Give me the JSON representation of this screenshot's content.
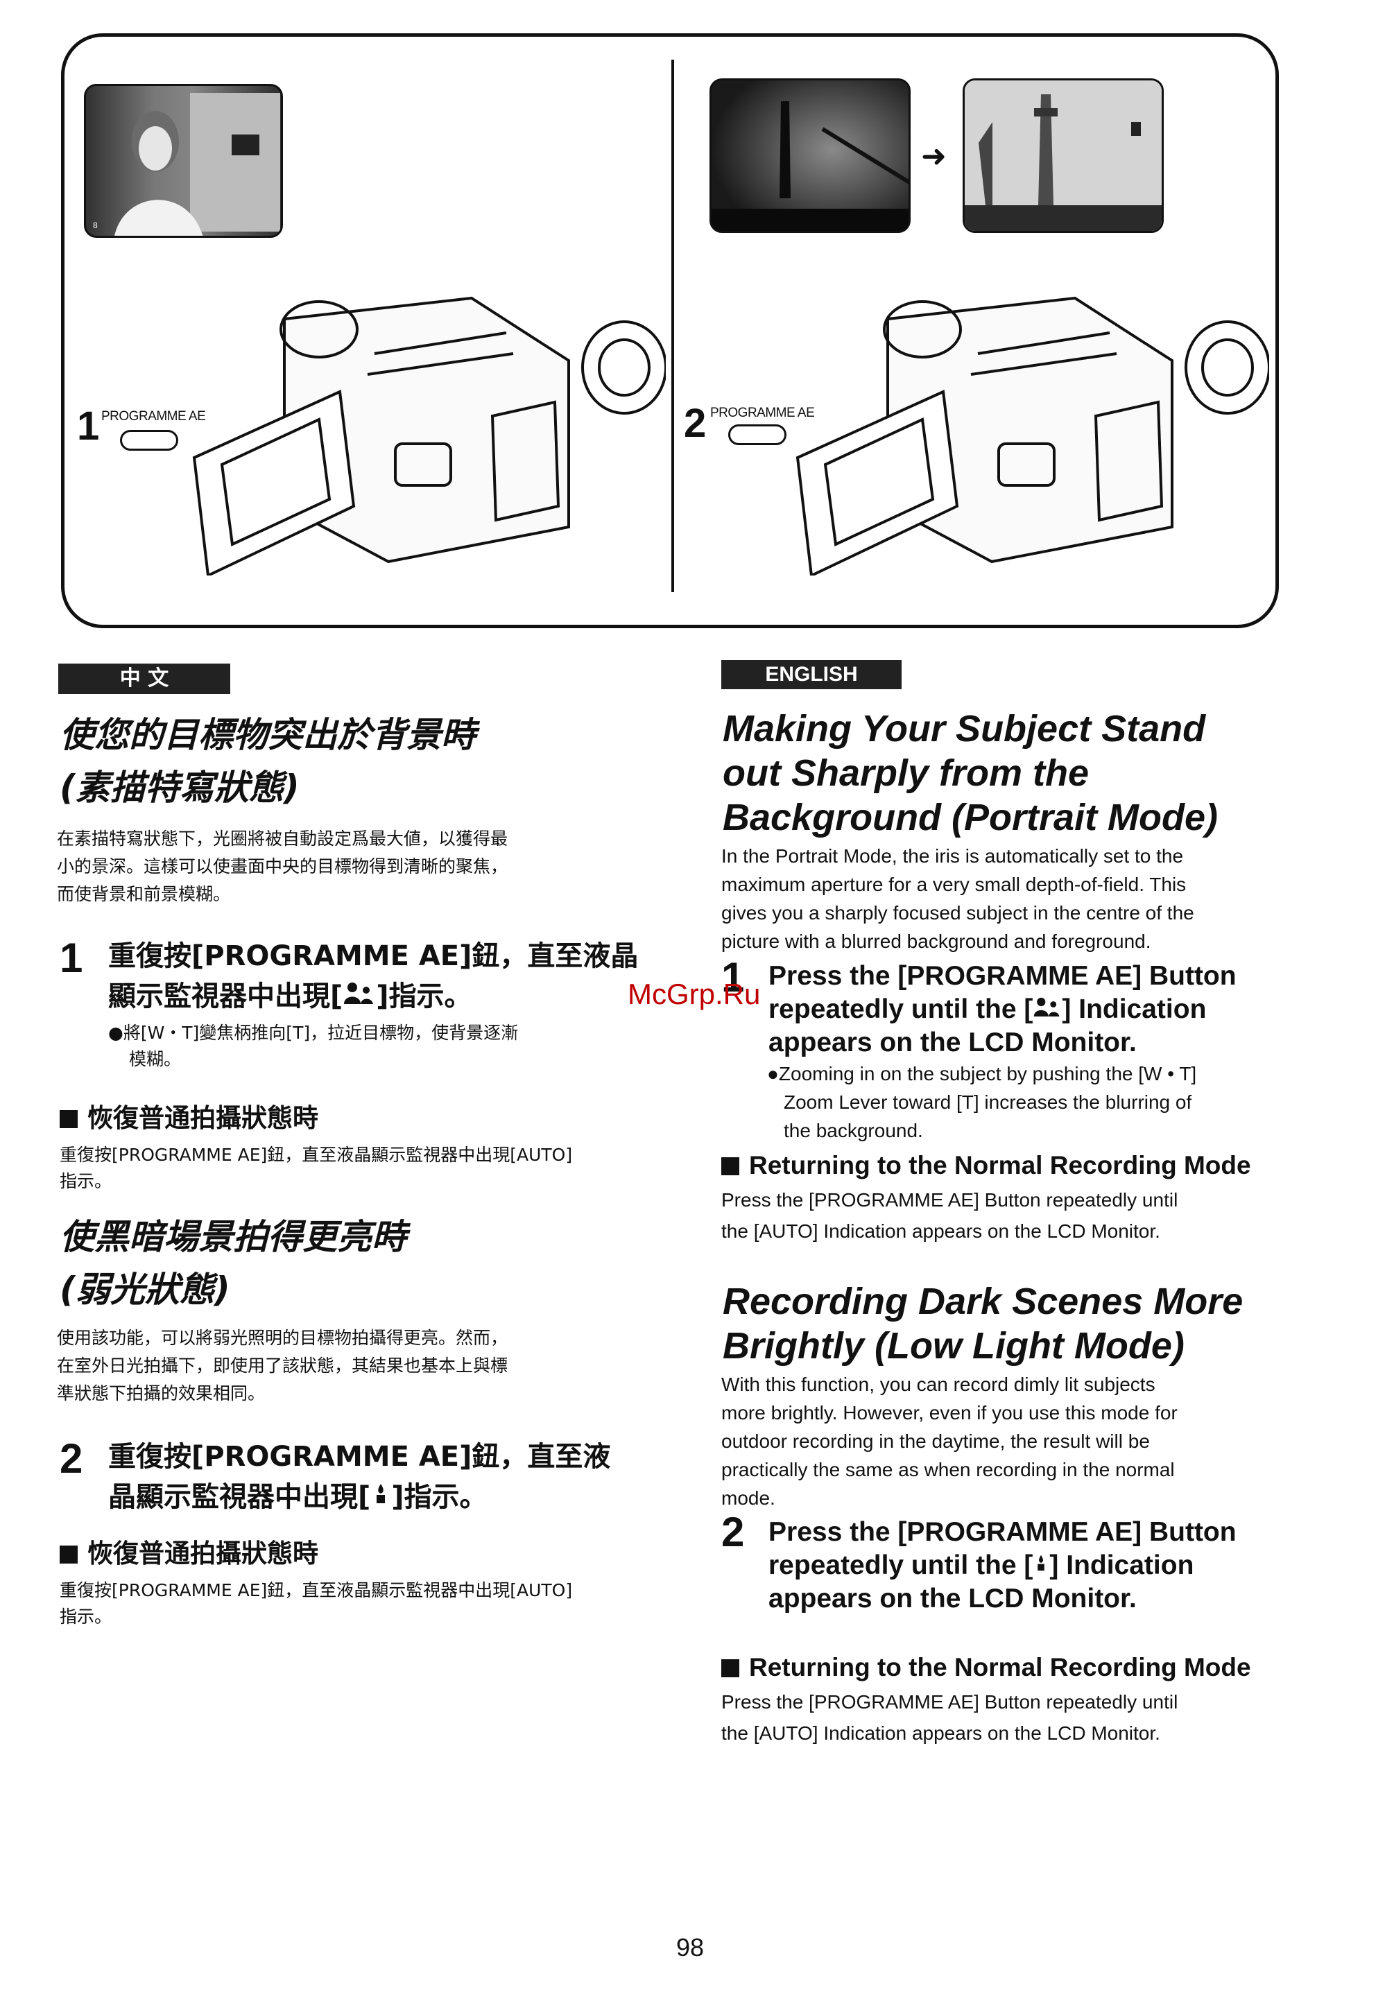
{
  "figure": {
    "left": {
      "step": "1",
      "button_label": "PROGRAMME AE"
    },
    "right": {
      "step": "2",
      "button_label": "PROGRAMME AE",
      "arrow": "➜"
    }
  },
  "chinese": {
    "tag": "中 文",
    "portrait": {
      "title_line1": "使您的目標物突出於背景時",
      "title_line2": "(素描特寫狀態)",
      "body_line1": "在素描特寫狀態下，光圈將被自動設定爲最大値，以獲得最",
      "body_line2": "小的景深。這樣可以使畫面中央的目標物得到清晰的聚焦，",
      "body_line3": "而使背景和前景模糊。",
      "step_num": "1",
      "step_line1": "重復按[PROGRAMME AE]鈕，直至液晶",
      "step_line2a": "顯示監視器中出現[",
      "step_line2b": "]指示。",
      "bullet_line1": "●將[W・T]變焦柄推向[T]，拉近目標物，使背景逐漸",
      "bullet_line2": "模糊。",
      "return_heading": "恢復普通拍攝狀態時",
      "return_line1": "重復按[PROGRAMME AE]鈕，直至液晶顯示監視器中出現[AUTO]",
      "return_line2": "指示。"
    },
    "lowlight": {
      "title_line1": "使黑暗場景拍得更亮時",
      "title_line2": "(弱光狀態)",
      "body_line1": "使用該功能，可以將弱光照明的目標物拍攝得更亮。然而，",
      "body_line2": "在室外日光拍攝下，即使用了該狀態，其結果也基本上與標",
      "body_line3": "準狀態下拍攝的效果相同。",
      "step_num": "2",
      "step_line1": "重復按[PROGRAMME AE]鈕，直至液",
      "step_line2a": "晶顯示監視器中出現[",
      "step_line2b": "]指示。",
      "return_heading": "恢復普通拍攝狀態時",
      "return_line1": "重復按[PROGRAMME AE]鈕，直至液晶顯示監視器中出現[AUTO]",
      "return_line2": "指示。"
    }
  },
  "english": {
    "tag": "ENGLISH",
    "portrait": {
      "title_line1": "Making Your Subject Stand",
      "title_line2": "out Sharply from the",
      "title_line3": "Background (Portrait Mode)",
      "body_line1": "In the Portrait Mode, the iris is automatically set to the",
      "body_line2": "maximum aperture for a very small depth-of-field. This",
      "body_line3": "gives you a sharply focused subject in the centre of the",
      "body_line4": "picture with a blurred background and foreground.",
      "step_num": "1",
      "step_line1": "Press the [PROGRAMME AE] Button",
      "step_line2a": "repeatedly until the [",
      "step_line2b": "] Indication",
      "step_line3": "appears on the LCD Monitor.",
      "bullet_line1": "●Zooming in on the subject by pushing the [W • T]",
      "bullet_line2": "Zoom Lever toward [T] increases the blurring of",
      "bullet_line3": "the background.",
      "return_heading": "Returning to the Normal Recording Mode",
      "return_line1": "Press the [PROGRAMME AE] Button repeatedly until",
      "return_line2": "the [AUTO] Indication appears on the LCD Monitor."
    },
    "lowlight": {
      "title_line1": "Recording Dark Scenes More",
      "title_line2": "Brightly (Low Light Mode)",
      "body_line1": "With this function, you can record dimly lit subjects",
      "body_line2": "more brightly. However, even if you use this mode for",
      "body_line3": "outdoor recording in the daytime, the result will be",
      "body_line4": "practically the same as when recording in the normal",
      "body_line5": "mode.",
      "step_num": "2",
      "step_line1": "Press the [PROGRAMME AE] Button",
      "step_line2a": "repeatedly until the [",
      "step_line2b": "] Indication",
      "step_line3": "appears on the LCD Monitor.",
      "return_heading": "Returning to the Normal Recording Mode",
      "return_line1": "Press the [PROGRAMME AE] Button repeatedly until",
      "return_line2": "the [AUTO] Indication appears on the LCD Monitor."
    }
  },
  "watermark": "McGrp.Ru",
  "page_number": "98",
  "icons": {
    "portrait": "portrait-mode-icon",
    "lowlight": "low-light-mode-icon"
  }
}
